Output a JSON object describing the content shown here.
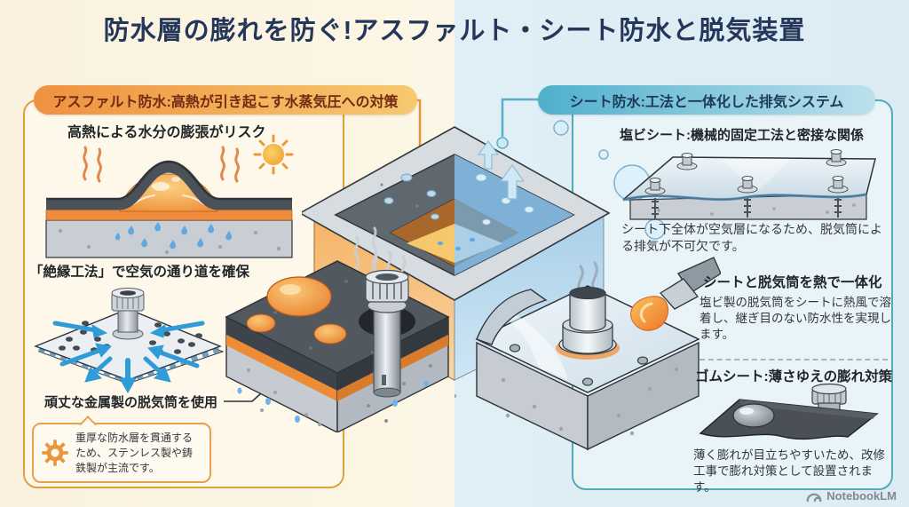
{
  "title": "防水層の膨れを防ぐ!アスファルト・シート防水と脱気装置",
  "left_panel": {
    "header": "アスファルト防水:高熱が引き起こす水蒸気圧への対策",
    "risk_label": "高熱による水分の膨張がリスク",
    "insulation_label": "「絶縁工法」で空気の通り道を確保",
    "vent_label": "頑丈な金属製の脱気筒を使用",
    "note": "重厚な防水層を貫通するため、ステンレス製や鋳鉄製が主流です。"
  },
  "right_panel": {
    "header": "シート防水:工法と一体化した排気システム",
    "pvc_heading": "塩ビシート:機械的固定工法と密接な関係",
    "pvc_body": "シート下全体が空気層になるため、脱気筒による排気が不可欠です。",
    "weld_heading": "シートと脱気筒を熱で一体化",
    "weld_body": "塩ビ製の脱気筒をシートに熱風で溶着し、継ぎ目のない防水性を実現します。",
    "rubber_heading": "ゴムシート:薄さゆえの膨れ対策",
    "rubber_body": "薄く膨れが目立ちやすいため、改修工事で膨れ対策として設置されます。"
  },
  "footer": {
    "brand": "NotebookLM"
  },
  "icons": {
    "sun": "sun-icon",
    "gear": "gear-icon",
    "flame": "heat-gun-flame-icon",
    "steam": "steam-icon",
    "logo": "notebooklm-logo-icon"
  },
  "colors": {
    "accent_warm": "#E2A03C",
    "accent_cool": "#53AABB",
    "bg_left": "#FCF6E6",
    "bg_right": "#DDECF4",
    "title_text": "#24375A",
    "pill_left_text": "#722A12",
    "pill_right_text": "#1E3A5A",
    "membrane_dark": "#4A5159",
    "blister_orange": "#EE8B35",
    "water_blue": "#5FA8E0"
  }
}
